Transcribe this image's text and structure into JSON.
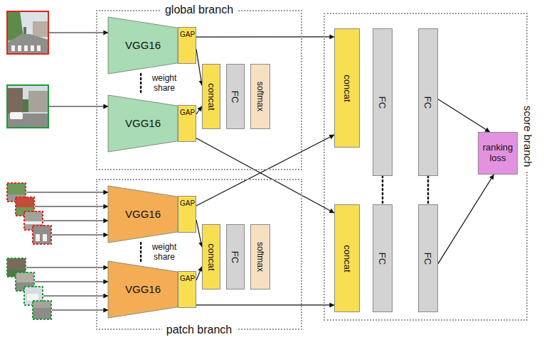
{
  "diagram": {
    "nodes": [
      {
        "text": [
          "global branch"
        ]
      },
      {
        "text": [
          "VGG16"
        ],
        "in": 0
      },
      {
        "text": [
          "GAP"
        ],
        "in": 0
      },
      {
        "text": [
          "VGG16"
        ],
        "in": 0
      },
      {
        "text": [
          "GAP"
        ],
        "in": 0
      },
      {
        "text": [
          "concat"
        ],
        "in": 0
      },
      {
        "text": [
          "FC"
        ],
        "in": 0
      },
      {
        "text": [
          "softmax"
        ],
        "in": 0
      },
      {
        "text": [
          "patch branch"
        ]
      },
      {
        "text": [
          "VGG16"
        ],
        "in": 8
      },
      {
        "text": [
          "GAP"
        ],
        "in": 8
      },
      {
        "text": [
          "VGG16"
        ],
        "in": 8
      },
      {
        "text": [
          "GAP"
        ],
        "in": 8
      },
      {
        "text": [
          "concat"
        ],
        "in": 8
      },
      {
        "text": [
          "FC"
        ],
        "in": 8
      },
      {
        "text": [
          "softmax"
        ],
        "in": 8
      },
      {
        "text": [
          "score branch"
        ]
      },
      {
        "text": [
          "concat"
        ],
        "in": 16
      },
      {
        "text": [
          "FC"
        ],
        "in": 16
      },
      {
        "text": [
          "FC"
        ],
        "in": 16
      },
      {
        "text": [
          "concat"
        ],
        "in": 16
      },
      {
        "text": [
          "FC"
        ],
        "in": 16
      },
      {
        "text": [
          "FC"
        ],
        "in": 16
      },
      {
        "text": [
          "ranking loss"
        ],
        "in": 16
      }
    ],
    "edges": [
      {
        "from": 2,
        "to": 5,
        "arrow": "to"
      },
      {
        "from": 4,
        "to": 5,
        "arrow": "to"
      },
      {
        "from": 10,
        "to": 13,
        "arrow": "to"
      },
      {
        "from": 12,
        "to": 13,
        "arrow": "to"
      },
      {
        "from": 2,
        "to": 17,
        "arrow": "to"
      },
      {
        "from": 4,
        "to": 20,
        "arrow": "to"
      },
      {
        "from": 10,
        "to": 17,
        "arrow": "to"
      },
      {
        "from": 12,
        "to": 20,
        "arrow": "to"
      },
      {
        "from": 19,
        "to": 23,
        "arrow": "to"
      },
      {
        "from": 22,
        "to": 23,
        "arrow": "to"
      },
      {
        "from": 1,
        "to": 3,
        "arrow": "none"
      },
      {
        "from": 9,
        "to": 11,
        "arrow": "none"
      },
      {
        "from": 18,
        "to": 21,
        "arrow": "none"
      },
      {
        "from": 19,
        "to": 22,
        "arrow": "none"
      }
    ],
    "labels": [
      "weight share",
      "weight share"
    ]
  }
}
